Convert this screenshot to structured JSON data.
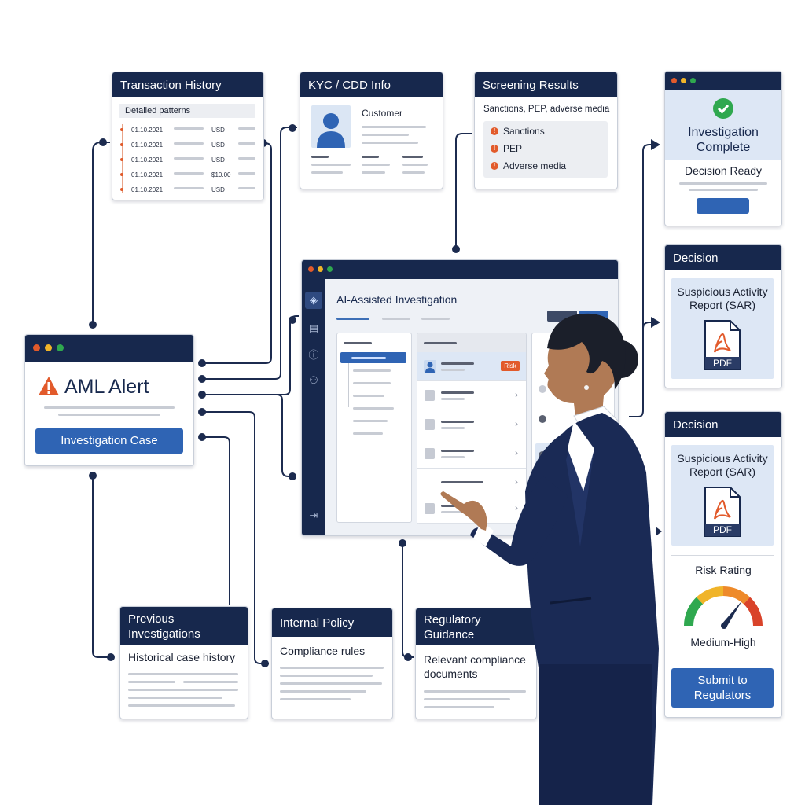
{
  "colors": {
    "navy": "#17284d",
    "accent_blue": "#2f64b4",
    "alert_orange": "#e25a2b",
    "success_green": "#2fa84f"
  },
  "transaction_history": {
    "title": "Transaction History",
    "subtitle": "Detailed patterns",
    "rows": [
      {
        "date": "01.10.2021",
        "amount": "USD"
      },
      {
        "date": "01.10.2021",
        "amount": "USD"
      },
      {
        "date": "01.10.2021",
        "amount": "USD"
      },
      {
        "date": "01.10.2021",
        "amount": "$10.00"
      },
      {
        "date": "01.10.2021",
        "amount": "USD"
      }
    ]
  },
  "kyc": {
    "title": "KYC / CDD Info",
    "customer_label": "Customer"
  },
  "screening": {
    "title": "Screening Results",
    "subtitle": "Sanctions, PEP, adverse media",
    "items": [
      "Sanctions",
      "PEP",
      "Adverse media"
    ]
  },
  "investigation_complete": {
    "title_line1": "Investigation",
    "title_line2": "Complete",
    "status": "Decision Ready"
  },
  "decision_1": {
    "header": "Decision",
    "report_line1": "Suspicious Activity",
    "report_line2": "Report (SAR)",
    "file_type": "PDF"
  },
  "decision_2": {
    "header": "Decision",
    "report_line1": "Suspicious Activity",
    "report_line2": "Report (SAR)",
    "file_type": "PDF",
    "risk_label": "Risk Rating",
    "risk_value": "Medium-High",
    "submit_line1": "Submit to",
    "submit_line2": "Regulators"
  },
  "aml_alert": {
    "title": "AML Alert",
    "button": "Investigation Case"
  },
  "main_window": {
    "title": "AI-Assisted Investigation",
    "risk_badge": "Risk",
    "sidebar_icons": [
      "network-icon",
      "document-icon",
      "alert-icon",
      "users-icon",
      "logout-icon"
    ]
  },
  "previous_investigations": {
    "title_line1": "Previous",
    "title_line2": "Investigations",
    "subtitle": "Historical case history"
  },
  "internal_policy": {
    "title": "Internal Policy",
    "subtitle": "Compliance rules"
  },
  "regulatory_guidance": {
    "title_line1": "Regulatory",
    "title_line2": "Guidance",
    "subtitle_line1": "Relevant compliance",
    "subtitle_line2": "documents"
  }
}
